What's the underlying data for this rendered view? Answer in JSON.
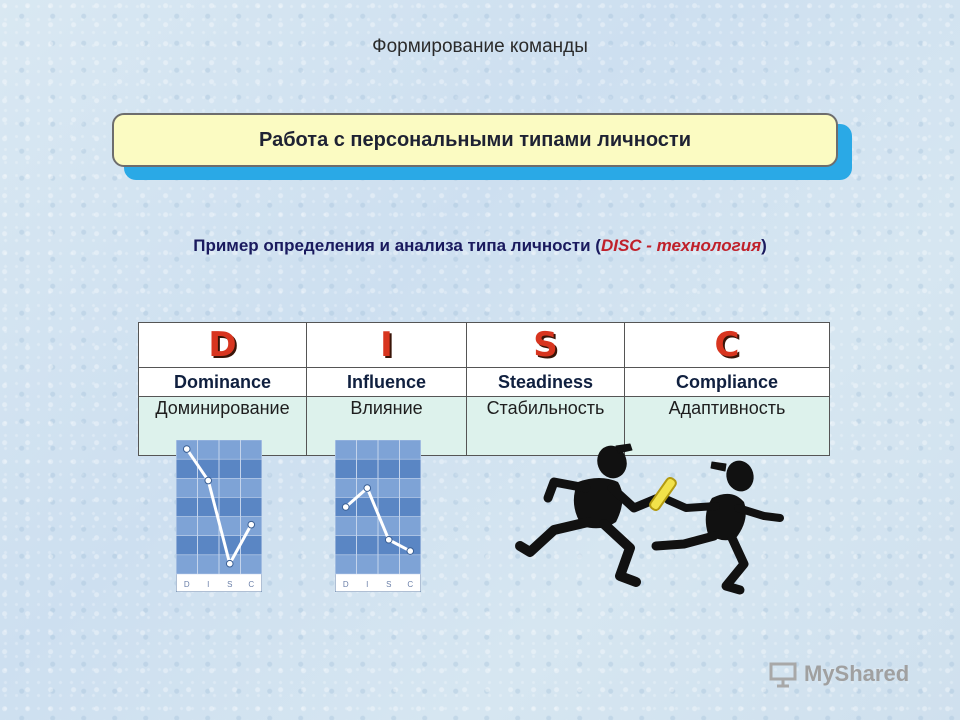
{
  "header": {
    "title": "Формирование команды"
  },
  "banner": {
    "title": "Работа с персональными типами личности"
  },
  "example": {
    "text_before": "Пример определения и анализа типа личности (",
    "highlight": "DISC - технология",
    "text_after": ")"
  },
  "disc_table": {
    "columns": [
      {
        "letter": "D",
        "english": "Dominance",
        "russian": "Доминирование"
      },
      {
        "letter": "I",
        "english": "Influence",
        "russian": "Влияние"
      },
      {
        "letter": "S",
        "english": "Steadiness",
        "russian": "Стабильность"
      },
      {
        "letter": "C",
        "english": "Compliance",
        "russian": "Адаптивность"
      }
    ]
  },
  "profile_charts": {
    "axis_labels": [
      "D",
      "I",
      "S",
      "C"
    ],
    "profiles": [
      {
        "levels": [
          0.96,
          0.71,
          0.05,
          0.36
        ]
      },
      {
        "levels": [
          0.5,
          0.65,
          0.24,
          0.15
        ]
      }
    ]
  },
  "colors": {
    "accent_letter": "#d8351f",
    "banner_fill": "#fbfbc2",
    "banner_shadow": "#2aa9e6",
    "highlight": "#c0202a"
  },
  "illustration": {
    "name": "relay-runners-icon"
  },
  "watermark": {
    "text": "MyShared"
  }
}
